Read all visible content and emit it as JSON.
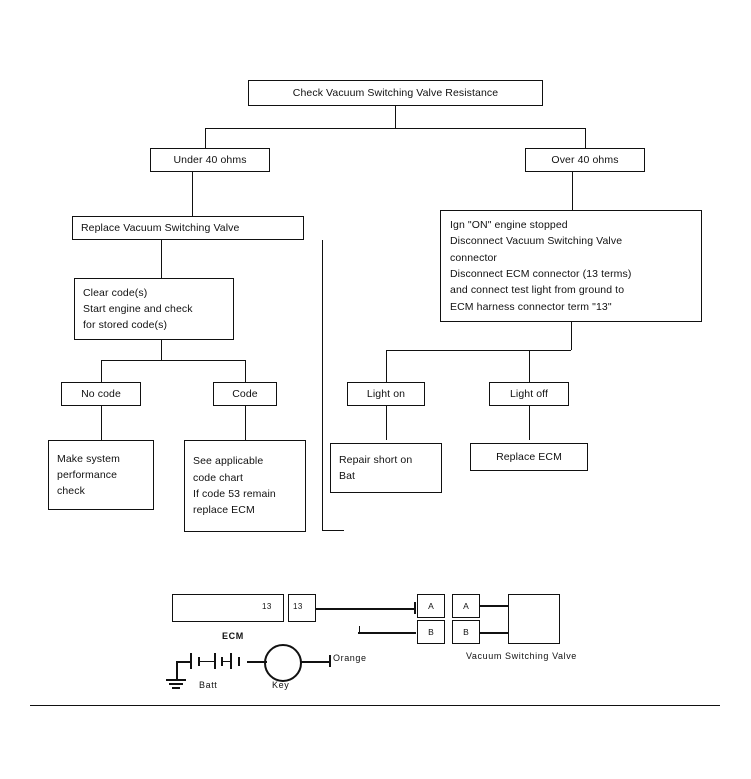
{
  "diagram": {
    "title": "Check Vacuum Switching Valve Resistance",
    "nodes": {
      "root": "Check Vacuum Switching Valve Resistance",
      "branch_under": "Under 40 ohms",
      "branch_over": "Over 40 ohms",
      "replace_vsv": "Replace Vacuum Switching Valve",
      "clear_codes": [
        "Clear code(s)",
        "Start engine and check",
        "for stored code(s)"
      ],
      "ign_on_steps": [
        "Ign \"ON\"  engine stopped",
        "Disconnect Vacuum Switching Valve",
        "connector",
        "Disconnect ECM connector (13 terms)",
        "and connect test light from ground to",
        "ECM harness connector term   \"13\""
      ],
      "no_code": "No code",
      "code": "Code",
      "light_on": "Light on",
      "light_off": "Light off",
      "make_system_check": [
        "Make system",
        "performance",
        "check"
      ],
      "see_code_chart": [
        "See applicable",
        "code chart",
        "If code 53 remain",
        "replace ECM"
      ],
      "repair_short": [
        "Repair short on",
        "Bat"
      ],
      "replace_ecm": "Replace ECM"
    }
  },
  "schematic": {
    "ecm_label": "ECM",
    "ecm_terminal": "13",
    "connector_terminal": "13",
    "battery_label": "Batt",
    "key_label": "Key",
    "wire_color_label": "Orange",
    "valve_label": "Vacuum  Switching  Valve",
    "terminals": {
      "a1": "A",
      "b1": "B",
      "a2": "A",
      "b2": "B"
    }
  },
  "colors": {
    "ink": "#111111",
    "paper": "#ffffff"
  }
}
